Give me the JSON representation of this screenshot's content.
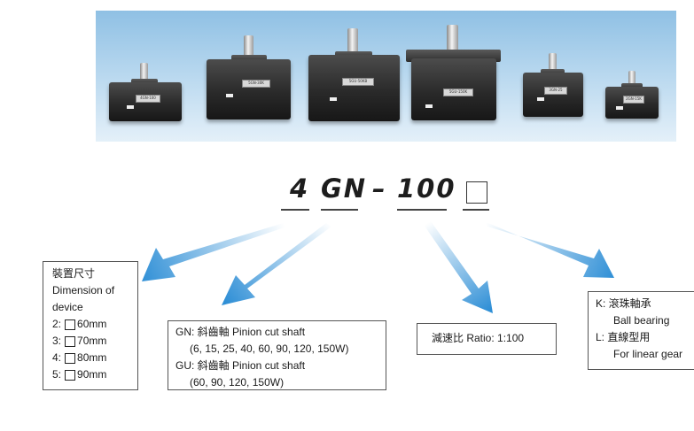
{
  "banner": {
    "motors": [
      {
        "label": "4GN-100"
      },
      {
        "label": "5GN-30K"
      },
      {
        "label": "5GU-50KB"
      },
      {
        "label": "5GU-150K"
      },
      {
        "label": "3GN-25"
      },
      {
        "label": "2GN-15K"
      }
    ]
  },
  "model_code": {
    "frame": "4",
    "gear_type": "GN",
    "dash": "–",
    "ratio": "100"
  },
  "size_box": {
    "title_cn": "裝置尺寸",
    "title_en_1": "Dimension of",
    "title_en_2": "device",
    "options": [
      {
        "code": "2:",
        "size": "60mm"
      },
      {
        "code": "3:",
        "size": "70mm"
      },
      {
        "code": "4:",
        "size": "80mm"
      },
      {
        "code": "5:",
        "size": "90mm"
      }
    ]
  },
  "shaft_box": {
    "gn_line": "GN: 斜齒軸 Pinion cut shaft",
    "gn_values": "(6, 15, 25, 40, 60, 90, 120, 150W)",
    "gu_line": "GU: 斜齒軸 Pinion cut shaft",
    "gu_values": "(60, 90, 120, 150W)"
  },
  "ratio_box": {
    "text": "減速比 Ratio: 1:100"
  },
  "bearing_box": {
    "k_line": "K: 滾珠軸承",
    "k_en": "Ball bearing",
    "l_line": "L: 直線型用",
    "l_en": "For linear gear"
  },
  "colors": {
    "arrow": "#2f8fd6",
    "banner_top": "#8fc0e4",
    "banner_bottom": "#e4f0f9"
  }
}
